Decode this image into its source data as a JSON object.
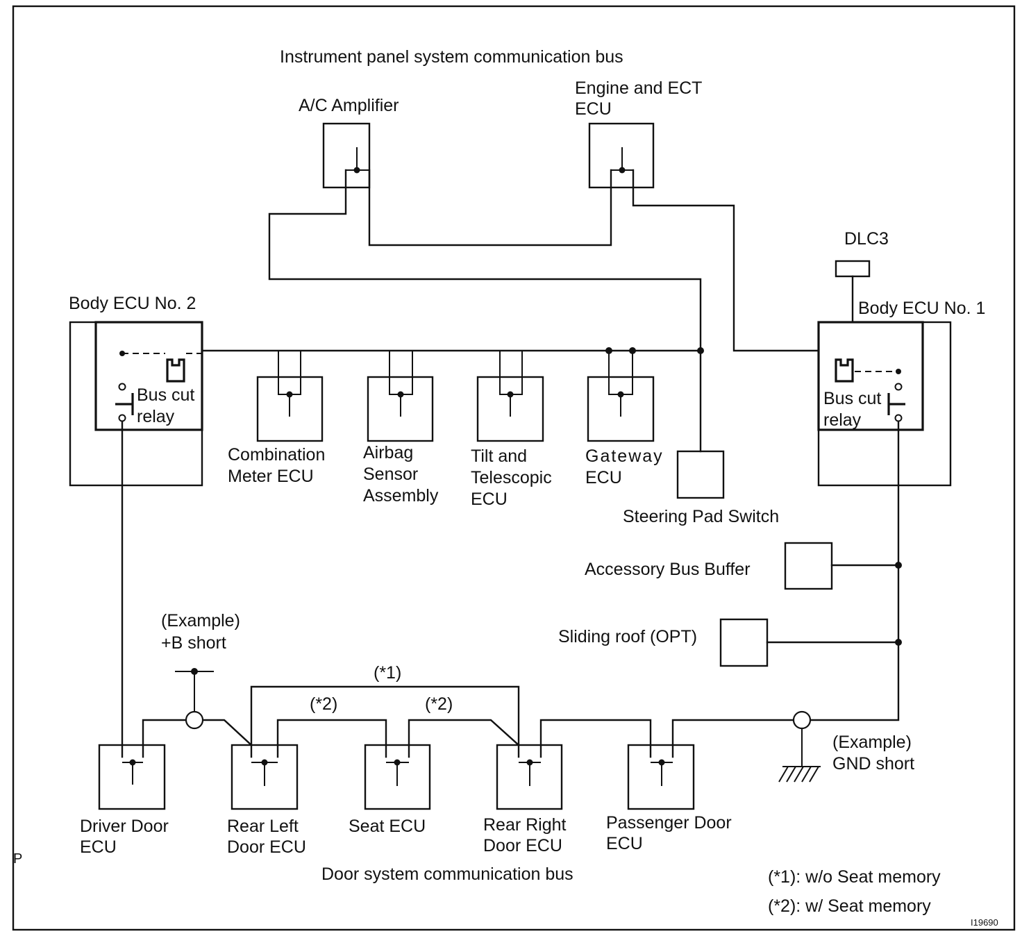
{
  "titles": {
    "top_bus": "Instrument panel system communication bus",
    "bottom_bus": "Door system communication bus"
  },
  "components": {
    "ac_amplifier": "A/C Amplifier",
    "engine_ect_ecu": [
      "Engine and ECT",
      "ECU"
    ],
    "dlc3": "DLC3",
    "body_ecu_2": "Body ECU No. 2",
    "body_ecu_1": "Body ECU No. 1",
    "bus_cut_relay": [
      "Bus cut",
      "relay"
    ],
    "combination_meter": [
      "Combination",
      "Meter ECU"
    ],
    "airbag_sensor": [
      "Airbag",
      "Sensor",
      "Assembly"
    ],
    "tilt_telescopic": [
      "Tilt and",
      "Telescopic",
      "ECU"
    ],
    "gateway_ecu": [
      "Gateway",
      "ECU"
    ],
    "steering_pad_switch": "Steering Pad Switch",
    "accessory_bus_buffer": "Accessory Bus Buffer",
    "sliding_roof": "Sliding roof (OPT)",
    "driver_door": [
      "Driver Door",
      "ECU"
    ],
    "rear_left_door": [
      "Rear Left",
      "Door ECU"
    ],
    "seat_ecu": "Seat ECU",
    "rear_right_door": [
      "Rear Right",
      "Door ECU"
    ],
    "passenger_door": [
      "Passenger Door",
      "ECU"
    ]
  },
  "faults": {
    "b_short": [
      "(Example)",
      "+B short"
    ],
    "gnd_short": [
      "(Example)",
      "GND short"
    ]
  },
  "notes": {
    "mark1": "(*1)",
    "mark2": "(*2)",
    "legend1": "(*1): w/o Seat memory",
    "legend2": "(*2): w/ Seat memory"
  },
  "corner_mark": "P",
  "figure_id": "I19690"
}
